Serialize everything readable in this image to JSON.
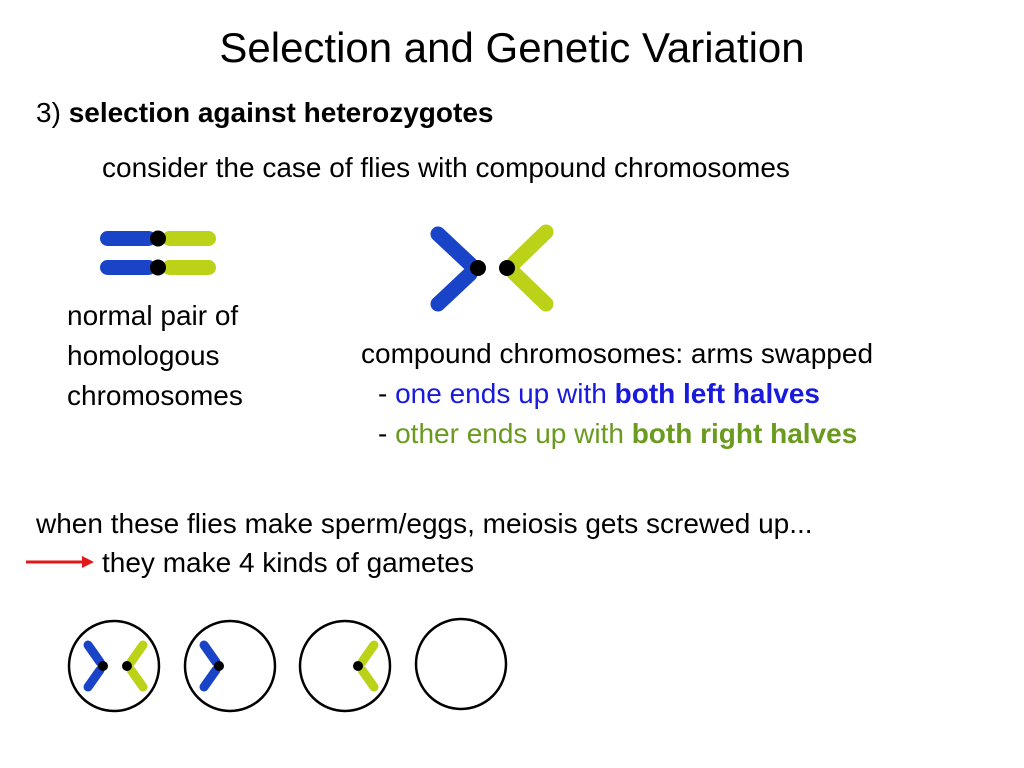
{
  "slide": {
    "title": "Selection and Genetic Variation",
    "heading_number": "3)",
    "heading_bold": "selection against heterozygotes",
    "consider": "consider the case of flies with compound chromosomes",
    "normal_label": [
      "normal pair of",
      "homologous",
      "chromosomes"
    ],
    "compound_title": "compound chromosomes: arms swapped",
    "left_line_prefix": "-",
    "left_line_text": "one ends up with",
    "left_line_bold": "both left halves",
    "right_line_prefix": "-",
    "right_line_text": "other ends up with",
    "right_line_bold": "both right halves",
    "meiosis_text": "when these flies make sperm/eggs, meiosis gets screwed up...",
    "gametes_text": "they make 4 kinds of gametes"
  },
  "colors": {
    "blue_arm": "#1a44c8",
    "green_arm": "#bcd218",
    "centromere": "#000000",
    "arrow": "#e01818",
    "blue_text": "#1a1adc",
    "green_text": "#6a9a1e"
  },
  "icons": {
    "normal_pair": "normal-chromosome-pair-icon",
    "compound_pair": "compound-chromosome-pair-icon",
    "arrow": "red-arrow-icon",
    "gametes": [
      "gamete-both-icon",
      "gamete-left-halves-icon",
      "gamete-right-halves-icon",
      "gamete-empty-icon"
    ]
  }
}
